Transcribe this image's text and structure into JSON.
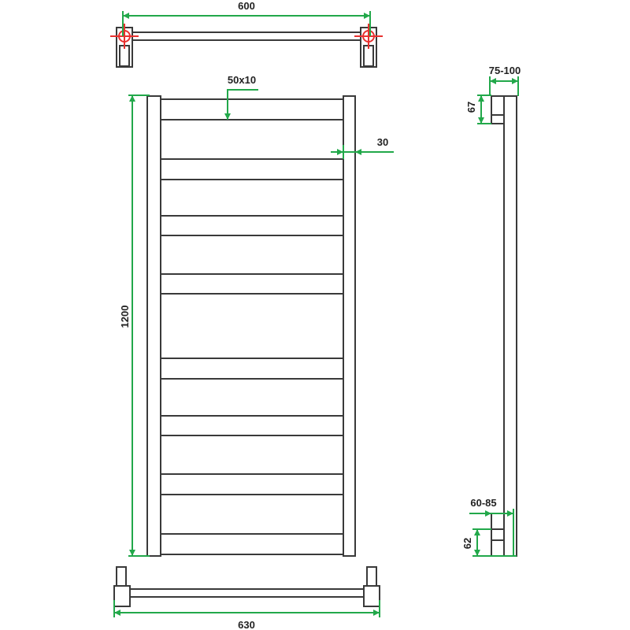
{
  "dimensions": {
    "top_width": "600",
    "bottom_width": "630",
    "height": "1200",
    "bar_profile": "50x10",
    "frame_gap": "30",
    "wall_distance_top": "75-100",
    "bracket_top": "67",
    "wall_distance_bottom": "60-85",
    "bracket_bottom": "62"
  },
  "colors": {
    "outline": "#3a3a3a",
    "dimension": "#22a84a",
    "connector": "#e8312f",
    "text": "#222222"
  }
}
